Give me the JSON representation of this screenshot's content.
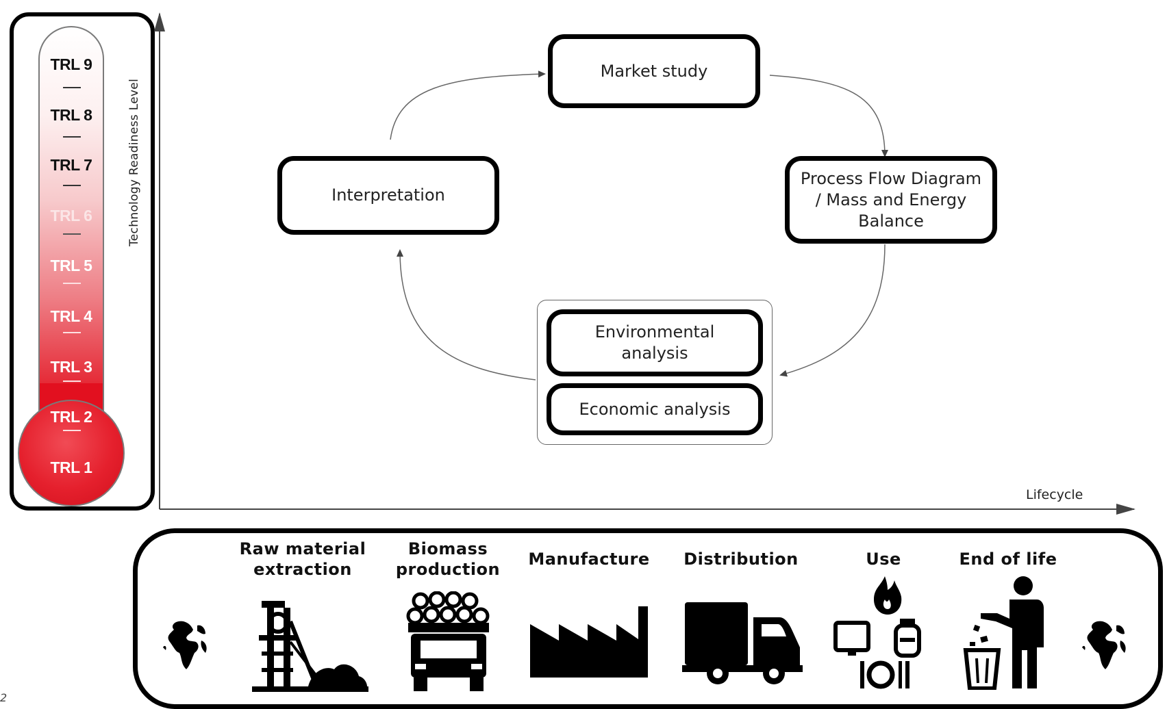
{
  "thermometer": {
    "axis_label": "Technology Readiness Level",
    "levels": [
      "TRL 9",
      "TRL 8",
      "TRL 7",
      "TRL 6",
      "TRL 5",
      "TRL 4",
      "TRL 3",
      "TRL 2",
      "TRL 1"
    ],
    "fill_color": "#e2101f"
  },
  "cycle": {
    "market_study": "Market study",
    "process_flow": "Process Flow Diagram / Mass and Energy Balance",
    "environmental": "Environmental analysis",
    "economic": "Economic analysis",
    "interpretation": "Interpretation"
  },
  "x_axis_label": "Lifecycle",
  "stages": {
    "raw_material": "Raw material extraction",
    "biomass": "Biomass production",
    "manufacture": "Manufacture",
    "distribution": "Distribution",
    "use": "Use",
    "end_of_life": "End of life"
  },
  "icons": [
    "globe-icon",
    "mine-headframe-icon",
    "log-truck-icon",
    "factory-icon",
    "delivery-truck-icon",
    "consumer-use-icon",
    "trash-disposal-icon",
    "globe-icon"
  ],
  "corner_mark": "2"
}
